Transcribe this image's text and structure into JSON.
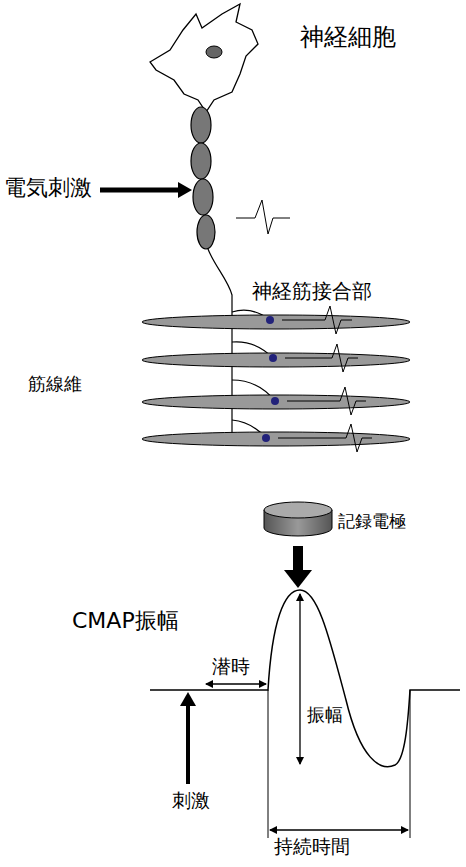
{
  "diagram": {
    "title": "CMAP振幅",
    "labels": [
      "神経細胞",
      "電気刺激",
      "神経筋接合部",
      "筋線維",
      "記録電極",
      "潜時",
      "振幅",
      "刺激",
      "持続時間"
    ]
  }
}
